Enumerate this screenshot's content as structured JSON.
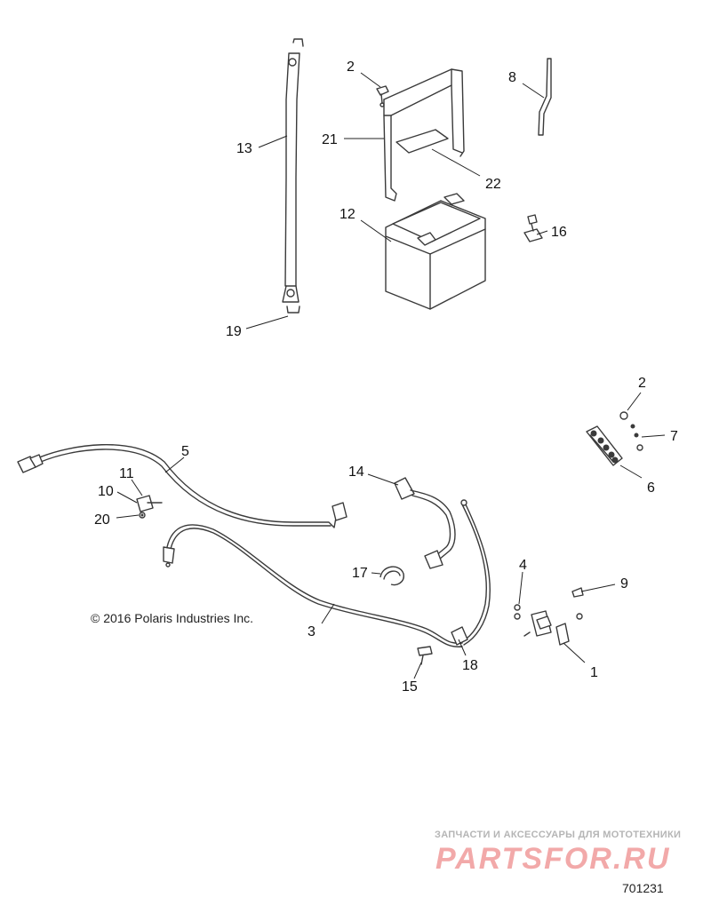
{
  "callouts": {
    "c1": "1",
    "c2a": "2",
    "c2b": "2",
    "c3": "3",
    "c4": "4",
    "c5": "5",
    "c6": "6",
    "c7": "7",
    "c8": "8",
    "c9": "9",
    "c10": "10",
    "c11": "11",
    "c12": "12",
    "c13": "13",
    "c14": "14",
    "c15": "15",
    "c16": "16",
    "c17": "17",
    "c18": "18",
    "c19": "19",
    "c20": "20",
    "c21": "21",
    "c22": "22"
  },
  "copyright": "© 2016 Polaris Industries Inc.",
  "figure_number": "701231",
  "watermark": {
    "tagline": "ЗАПЧАСТИ И АКСЕССУАРЫ ДЛЯ МОТОТЕХНИКИ",
    "logo": "PARTSFOR.RU"
  }
}
